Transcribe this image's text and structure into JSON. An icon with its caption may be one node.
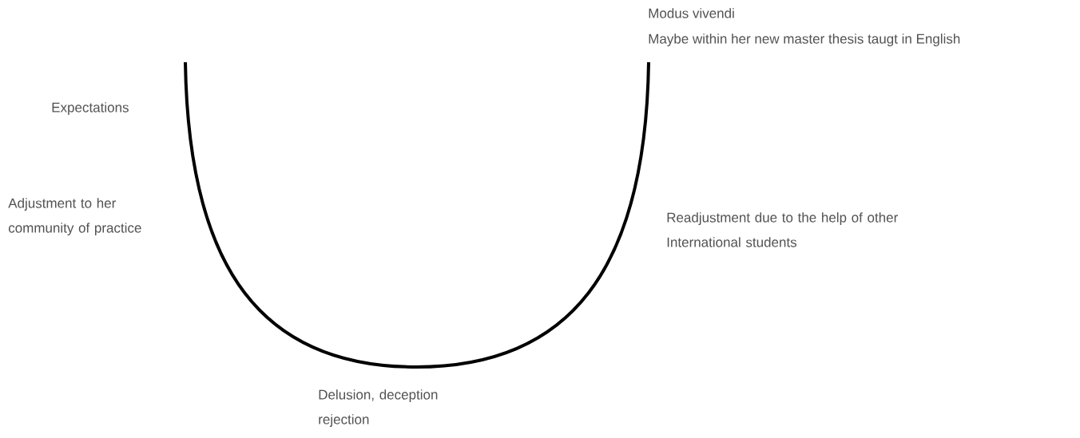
{
  "diagram": {
    "labels": [
      "Modus vivendi",
      "Maybe within her new master thesis taugt in English",
      "Expectations",
      "Adjustment to her community of practice",
      "Readjustment due to the help of other International students",
      "Delusion, deception rejection"
    ]
  }
}
